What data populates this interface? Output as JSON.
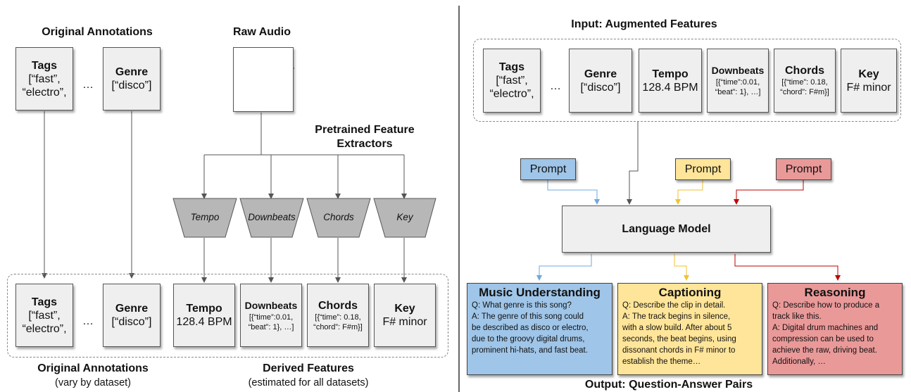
{
  "left": {
    "header_original": "Original Annotations",
    "header_raw_audio": "Raw Audio",
    "header_extractors_line1": "Pretrained Feature",
    "header_extractors_line2": "Extractors",
    "top_tags": {
      "title": "Tags",
      "line1": "[“fast”,",
      "line2": "“electro”,"
    },
    "top_genre": {
      "title": "Genre",
      "value": "[“disco”]"
    },
    "ellipsis": "…",
    "extractors": [
      "Tempo",
      "Downbeats",
      "Chords",
      "Key"
    ],
    "bottom_tags": {
      "title": "Tags",
      "line1": "[“fast”,",
      "line2": "“electro”,"
    },
    "bottom_genre": {
      "title": "Genre",
      "value": "[“disco”]"
    },
    "tempo": {
      "title": "Tempo",
      "value": "128.4 BPM"
    },
    "downbeats": {
      "title": "Downbeats",
      "line1": "[{“time”:0.01,",
      "line2": "“beat”: 1}, …]"
    },
    "chords": {
      "title": "Chords",
      "line1": "[{“time”: 0.18,",
      "line2": "“chord”: F#m}]"
    },
    "key": {
      "title": "Key",
      "value": "F# minor"
    },
    "footer_original": "Original Annotations",
    "footer_original_sub": "(vary by dataset)",
    "footer_derived": "Derived Features",
    "footer_derived_sub": "(estimated for all datasets)"
  },
  "right": {
    "header_input": "Input: Augmented Features",
    "tags": {
      "title": "Tags",
      "line1": "[“fast”,",
      "line2": "“electro”,"
    },
    "ellipsis": "…",
    "genre": {
      "title": "Genre",
      "value": "[“disco”]"
    },
    "tempo": {
      "title": "Tempo",
      "value": "128.4 BPM"
    },
    "downbeats": {
      "title": "Downbeats",
      "line1": "[{“time”:0.01,",
      "line2": "“beat”: 1}, …]"
    },
    "chords": {
      "title": "Chords",
      "line1": "[{“time”: 0.18,",
      "line2": "“chord”: F#m}]"
    },
    "key": {
      "title": "Key",
      "value": "F# minor"
    },
    "prompts": [
      "Prompt",
      "Prompt",
      "Prompt"
    ],
    "language_model": "Language Model",
    "outputs": [
      {
        "title": "Music Understanding",
        "lines": [
          "Q: What genre is this song?",
          "A: The genre of this song could",
          "be described as disco or electro,",
          "due to the groovy digital drums,",
          "prominent hi-hats, and fast beat."
        ]
      },
      {
        "title": "Captioning",
        "lines": [
          "Q: Describe the clip in detail.",
          "A: The track begins in silence,",
          "with a slow build. After about 5",
          "seconds, the beat begins, using",
          "dissonant chords in F# minor to",
          "establish the theme…"
        ]
      },
      {
        "title": "Reasoning",
        "lines": [
          "Q: Describe how to produce a",
          "track like this.",
          "A: Digital drum machines and",
          "compression can be used to",
          "achieve the raw, driving beat.",
          "Additionally, …"
        ]
      }
    ],
    "footer_output": "Output: Question-Answer Pairs"
  },
  "colors": {
    "blue_fill": "#9fc5e8",
    "blue_line": "#6fa8dc",
    "yellow_fill": "#ffe599",
    "yellow_line": "#f1c232",
    "red_fill": "#ea9999",
    "red_line": "#c00000",
    "box_fill": "#efefef",
    "extractor_fill": "#b7b7b7"
  }
}
